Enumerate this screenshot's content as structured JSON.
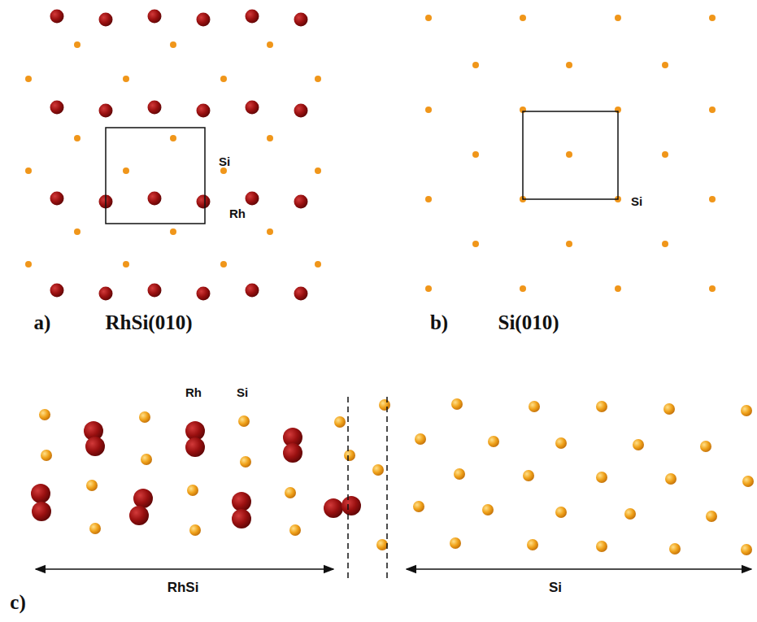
{
  "diagram": {
    "labels": [
      "Si",
      "Rh",
      "a)",
      "RhSi(010)",
      "Si",
      "b)",
      "Si(010)",
      "Rh",
      "Si",
      "c)",
      "RhSi",
      "Si"
    ]
  }
}
